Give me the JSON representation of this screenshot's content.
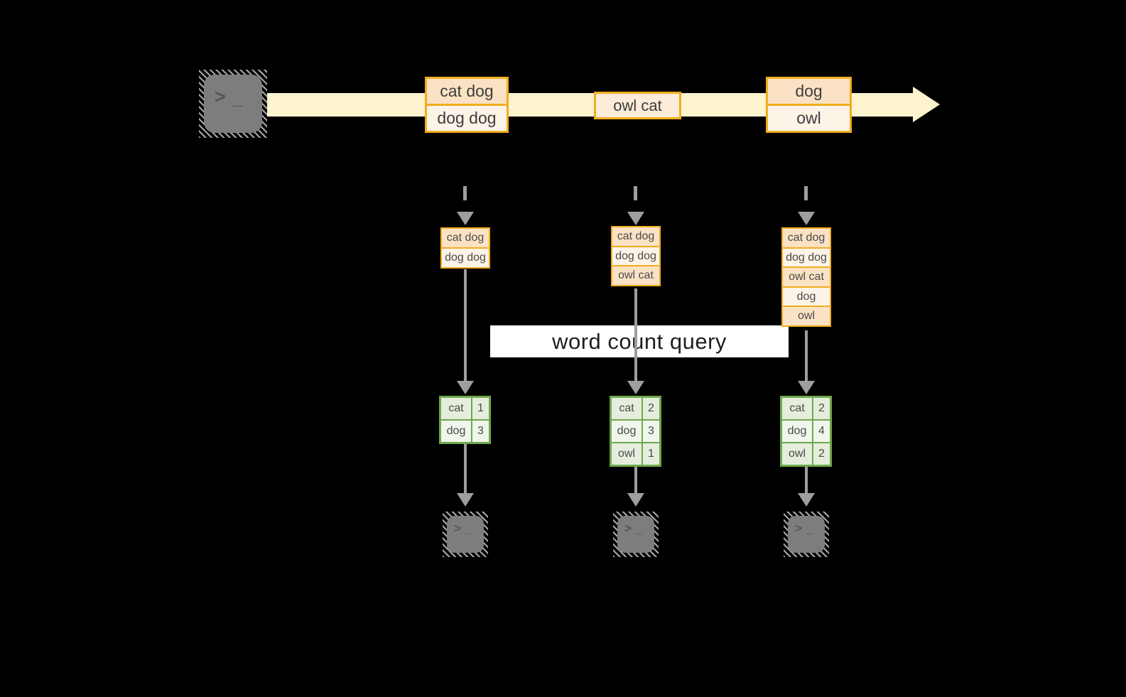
{
  "query_banner": {
    "label": "word count query"
  },
  "icons": {
    "prompt_chevron": ">",
    "prompt_underscore": "_"
  },
  "stream": {
    "events": [
      {
        "lines": [
          "cat dog",
          "dog dog"
        ]
      },
      {
        "lines": [
          "owl cat"
        ]
      },
      {
        "lines": [
          "dog",
          "owl"
        ]
      }
    ]
  },
  "columns": [
    {
      "batch": [
        "cat dog",
        "dog dog"
      ],
      "result": {
        "rows": [
          {
            "word": "cat",
            "count": "1"
          },
          {
            "word": "dog",
            "count": "3"
          }
        ]
      }
    },
    {
      "batch": [
        "cat dog",
        "dog dog",
        "owl cat"
      ],
      "result": {
        "rows": [
          {
            "word": "cat",
            "count": "2"
          },
          {
            "word": "dog",
            "count": "3"
          },
          {
            "word": "owl",
            "count": "1"
          }
        ]
      }
    },
    {
      "batch": [
        "cat dog",
        "dog dog",
        "owl cat",
        "dog",
        "owl"
      ],
      "result": {
        "rows": [
          {
            "word": "cat",
            "count": "2"
          },
          {
            "word": "dog",
            "count": "4"
          },
          {
            "word": "owl",
            "count": "2"
          }
        ]
      }
    }
  ],
  "colors": {
    "background": "#000000",
    "stream_arrow": "#fdf3cf",
    "box_border": "#f0ad1e",
    "cell_peach": "#fbe2c4",
    "cell_cream": "#fdf4e8",
    "table_border": "#6fa84c",
    "table_cell_dark": "#e5eedd",
    "table_cell_light": "#f1f6ec",
    "connector_gray": "#9e9e9e",
    "terminal_gray": "#7d7d7d",
    "banner_bg": "#ffffff",
    "text_dark": "#3d3d3d"
  }
}
